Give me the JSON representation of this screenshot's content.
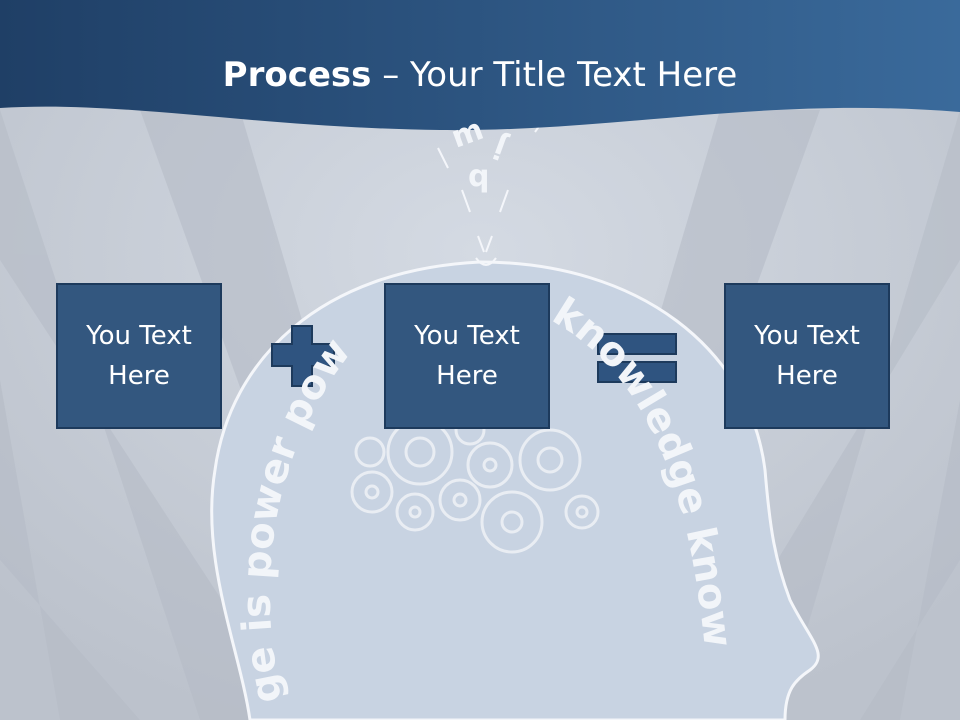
{
  "slide": {
    "title_bold": "Process",
    "title_dash": " – ",
    "title_rest": "Your Title Text Here"
  },
  "boxes": [
    {
      "text": "You Text Here"
    },
    {
      "text": "You Text Here"
    },
    {
      "text": "You Text Here"
    }
  ],
  "operators": {
    "plus": "plus-sign-icon",
    "equals": "equals-sign-icon"
  },
  "head_text": {
    "left_arc": "ge is power pow",
    "right_arc": "knowledge know",
    "top_letters": [
      "m",
      "j",
      "q"
    ]
  },
  "colors": {
    "header_dark": "#1f3f66",
    "header_light": "#3a6a9b",
    "box_fill": "#33577f",
    "box_border": "#1d3a5c",
    "operator": "#2f5480",
    "head_fill": "#c8d3e2"
  }
}
